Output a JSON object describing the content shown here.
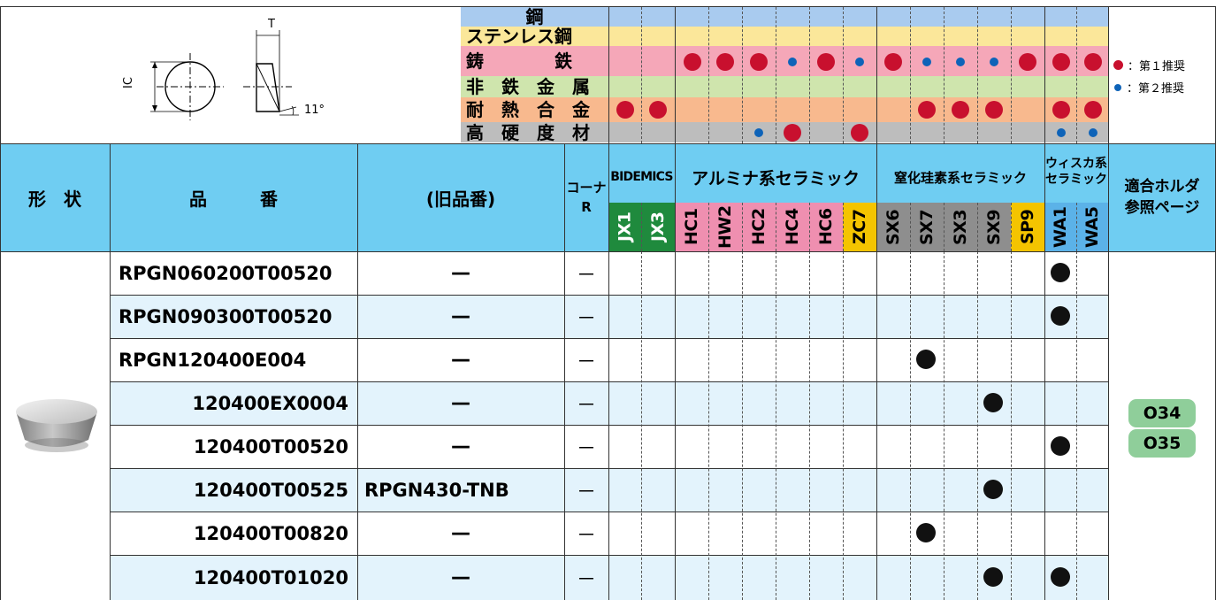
{
  "materials": {
    "steel": "鋼",
    "stainless": "ステンレス鋼",
    "cast_iron": "鋳　　　　鉄",
    "nonferrous": "非　鉄　金　属",
    "heat_resistant": "耐　熱　合　金",
    "hardened": "高　硬　度　材"
  },
  "legend": {
    "first": "：第１推奨",
    "second": "：第２推奨"
  },
  "diagram": {
    "ic": "IC",
    "t": "T",
    "angle": "11°"
  },
  "headers": {
    "shape": "形　状",
    "part_no": "品　　　番",
    "old_no": "(旧品番)",
    "corner": "コーナ\nR",
    "bidemics": "BIDEMICS",
    "alumina": "アルミナ系セラミック",
    "silicon_nitride": "窒化珪素系セラミック",
    "whisker": "ウィスカ系\nセラミック",
    "holder": "適合ホルダ\n参照ページ"
  },
  "grades": [
    "JX1",
    "JX3",
    "HC1",
    "HW2",
    "HC2",
    "HC4",
    "HC6",
    "ZC7",
    "SX6",
    "SX7",
    "SX3",
    "SX9",
    "SP9",
    "WA1",
    "WA5"
  ],
  "rows": [
    {
      "part": "RPGN060200T00520",
      "old": "—",
      "corner": "－"
    },
    {
      "part": "RPGN090300T00520",
      "old": "—",
      "corner": "－"
    },
    {
      "part": "RPGN120400E004",
      "old": "—",
      "corner": "－"
    },
    {
      "part": "120400EX0004",
      "old": "—",
      "corner": "－"
    },
    {
      "part": "120400T00520",
      "old": "—",
      "corner": "－"
    },
    {
      "part": "120400T00525",
      "old": "RPGN430-TNB",
      "corner": "－"
    },
    {
      "part": "120400T00820",
      "old": "—",
      "corner": "－"
    },
    {
      "part": "120400T01020",
      "old": "—",
      "corner": "－"
    }
  ],
  "holder_pages": [
    "O34",
    "O35"
  ],
  "colors": {
    "blue_header": "#6fcdf2",
    "red_mark": "#c8102e",
    "blue_mark": "#0e63b8",
    "bidemics_green": "#1f8a3d",
    "alumina_pink": "#ef8fb0",
    "sn_gray": "#8e8e8e",
    "accent_yellow": "#f4c400",
    "whisker_blue": "#5bb2e8",
    "badge_green": "#8fce9a"
  }
}
